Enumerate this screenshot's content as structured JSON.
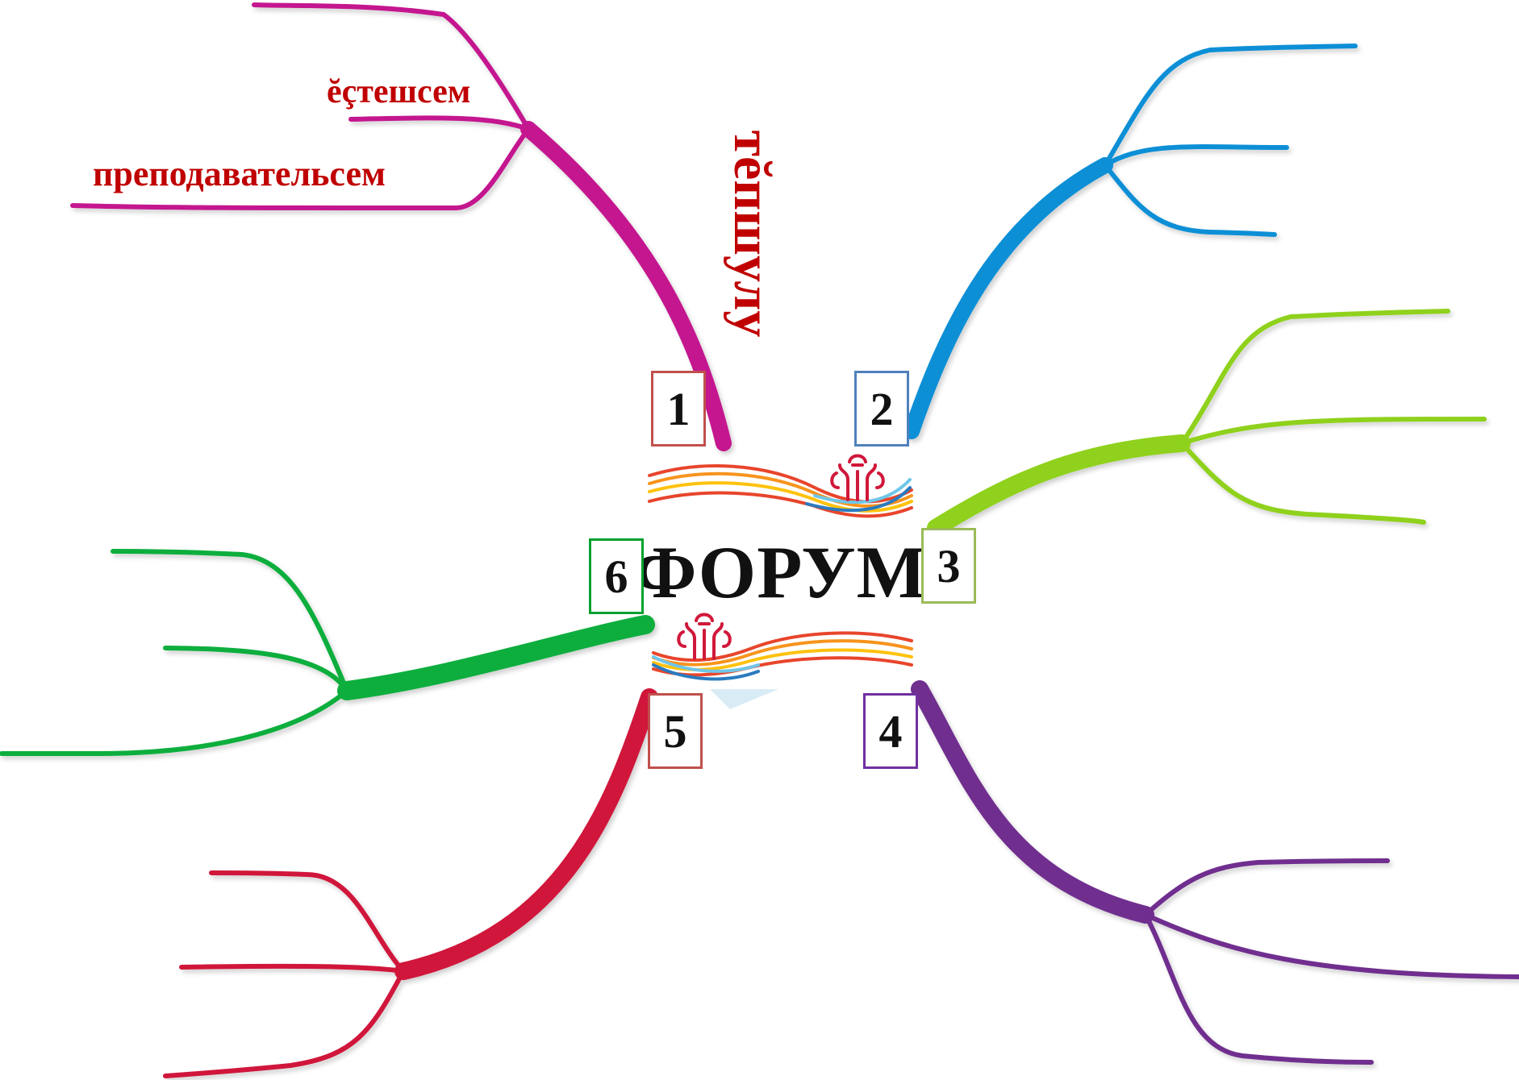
{
  "title": "ФОРУМ",
  "branches": [
    {
      "number": "1",
      "color": "#c4138f",
      "border_color": "#c0504d"
    },
    {
      "number": "2",
      "color": "#0a8fd6",
      "border_color": "#4f81bd"
    },
    {
      "number": "3",
      "color": "#8fd11c",
      "border_color": "#9bbb59"
    },
    {
      "number": "4",
      "color": "#6f2d8f",
      "border_color": "#7030a0"
    },
    {
      "number": "5",
      "color": "#d0183a",
      "border_color": "#c0504d"
    },
    {
      "number": "6",
      "color": "#0aae3c",
      "border_color": "#00a030"
    }
  ],
  "branch1_labels": {
    "vertical": "тĕпшулу",
    "sub_top": "ĕçтешсем",
    "sub_bottom": "преподавательсем"
  },
  "label_color": "#c00000",
  "emblem_icon": "chuvash-tree-emblem",
  "ribbon_colors": [
    "#e8452c",
    "#f7941d",
    "#ffc20e",
    "#6fc6e8",
    "#2a7bbf"
  ]
}
